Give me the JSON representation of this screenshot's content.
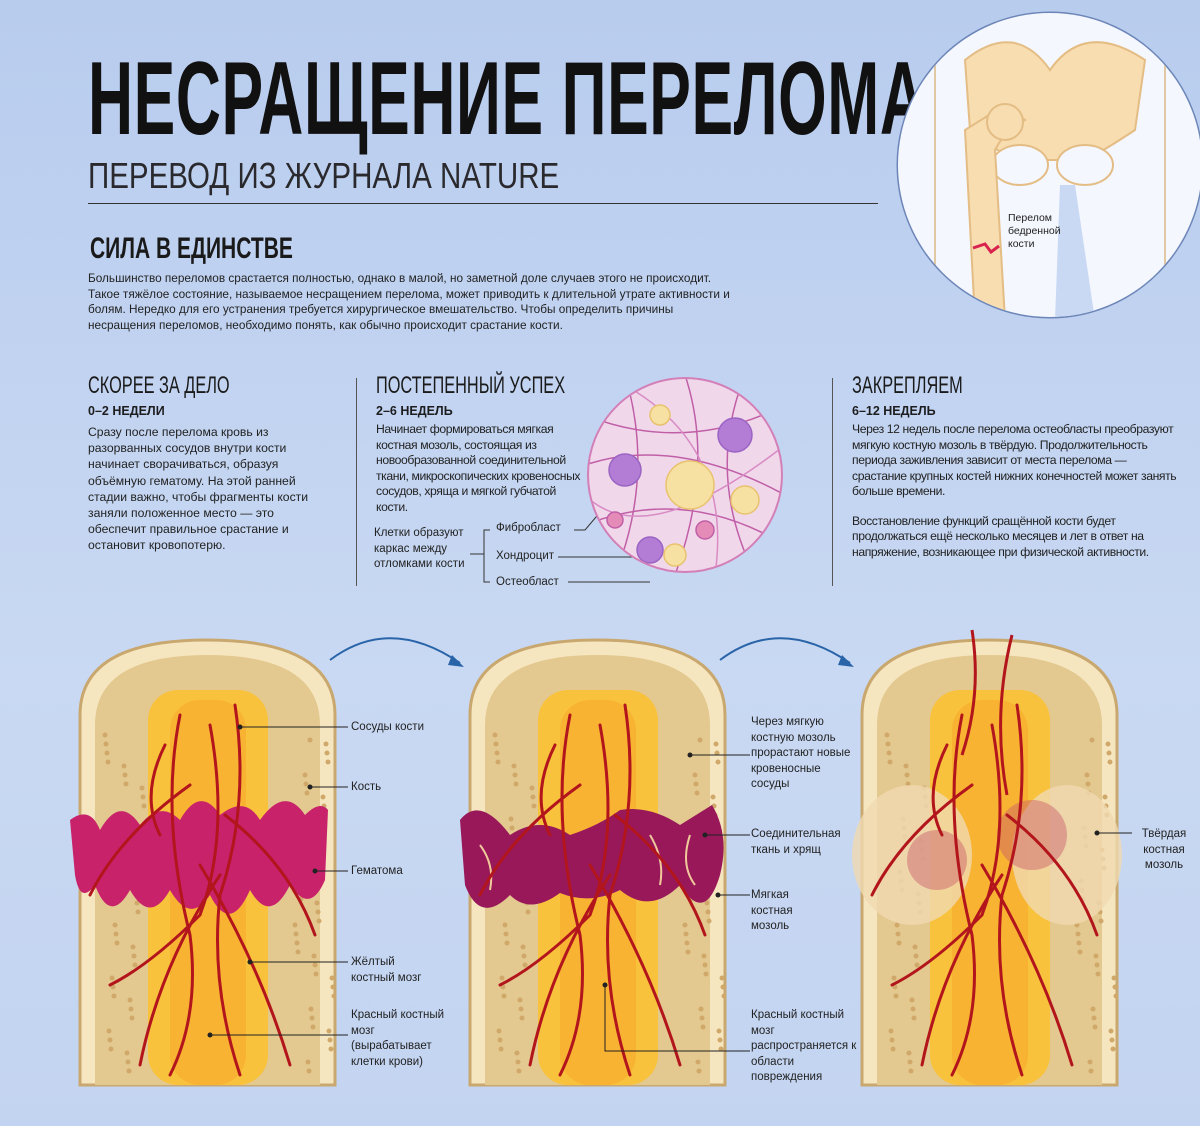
{
  "title": "НЕСРАЩЕНИЕ ПЕРЕЛОМА",
  "subtitle": "ПЕРЕВОД ИЗ ЖУРНАЛА NATURE",
  "intro": {
    "heading": "СИЛА В ЕДИНСТВЕ",
    "text": "Большинство переломов срастается полностью, однако в малой, но заметной доле случаев этого не происходит. Такое тяжёлое состояние, называемое несращением перелома, может приводить к длительной утрате активности и болям. Нередко для его устранения требуется хирургическое вмешательство. Чтобы определить причины несращения переломов, необходимо понять, как обычно происходит срастание кости."
  },
  "hip_label": "Перелом бедренной кости",
  "stages": [
    {
      "heading": "СКОРЕЕ ЗА ДЕЛО",
      "period": "0–2 НЕДЕЛИ",
      "text": "Сразу после перелома кровь из разорванных сосудов внутри кости начинает сворачиваться, образуя объёмную гематому. На этой ранней стадии важно, чтобы фрагменты кости заняли положенное место — это обеспечит правильное срастание и остановит кровопотерю."
    },
    {
      "heading": "ПОСТЕПЕННЫЙ УСПЕХ",
      "period": "2–6 НЕДЕЛЬ",
      "text": "Начинает формироваться мягкая костная мозоль, состоящая из новообразованной соединительной ткани, микроскопических кровеносных сосудов, хряща и мягкой губчатой кости."
    },
    {
      "heading": "ЗАКРЕПЛЯЕМ",
      "period": "6–12 НЕДЕЛЬ",
      "text": "Через 12 недель после перелома остеобласты преобразуют мягкую костную мозоль в твёрдую. Продолжительность периода заживления зависит от места перелома — срастание крупных костей нижних конечностей может занять больше времени.",
      "text2": "Восстановление функций сращённой кости будет продолжаться ещё несколько месяцев и лет в ответ на напряжение, возникающее при физической активности."
    }
  ],
  "cells": {
    "caption": "Клетки образуют каркас между отломками кости",
    "items": [
      "Фибробласт",
      "Хондроцит",
      "Остеобласт"
    ]
  },
  "bone1_labels": [
    "Сосуды кости",
    "Кость",
    "Гематома",
    "Жёлтый костный мозг",
    "Красный костный мозг (вырабатывает клетки крови)"
  ],
  "bone2_labels": [
    "Через мягкую костную мозоль прорастают новые кровеносные сосуды",
    "Соединительная ткань и хрящ",
    "Мягкая костная мозоль",
    "Красный костный мозг распространяется к области повреждения"
  ],
  "bone3_labels": [
    "Твёрдая костная мозоль"
  ],
  "colors": {
    "background": "#c3d4f1",
    "bone": "#f6e6c0",
    "spongy": "#e3c98f",
    "marrow": "#f9c23c",
    "vessel": "#b3151c",
    "hematoma": "#c8226b",
    "soft_callus": "#98185a",
    "arrow": "#2a64a8"
  }
}
